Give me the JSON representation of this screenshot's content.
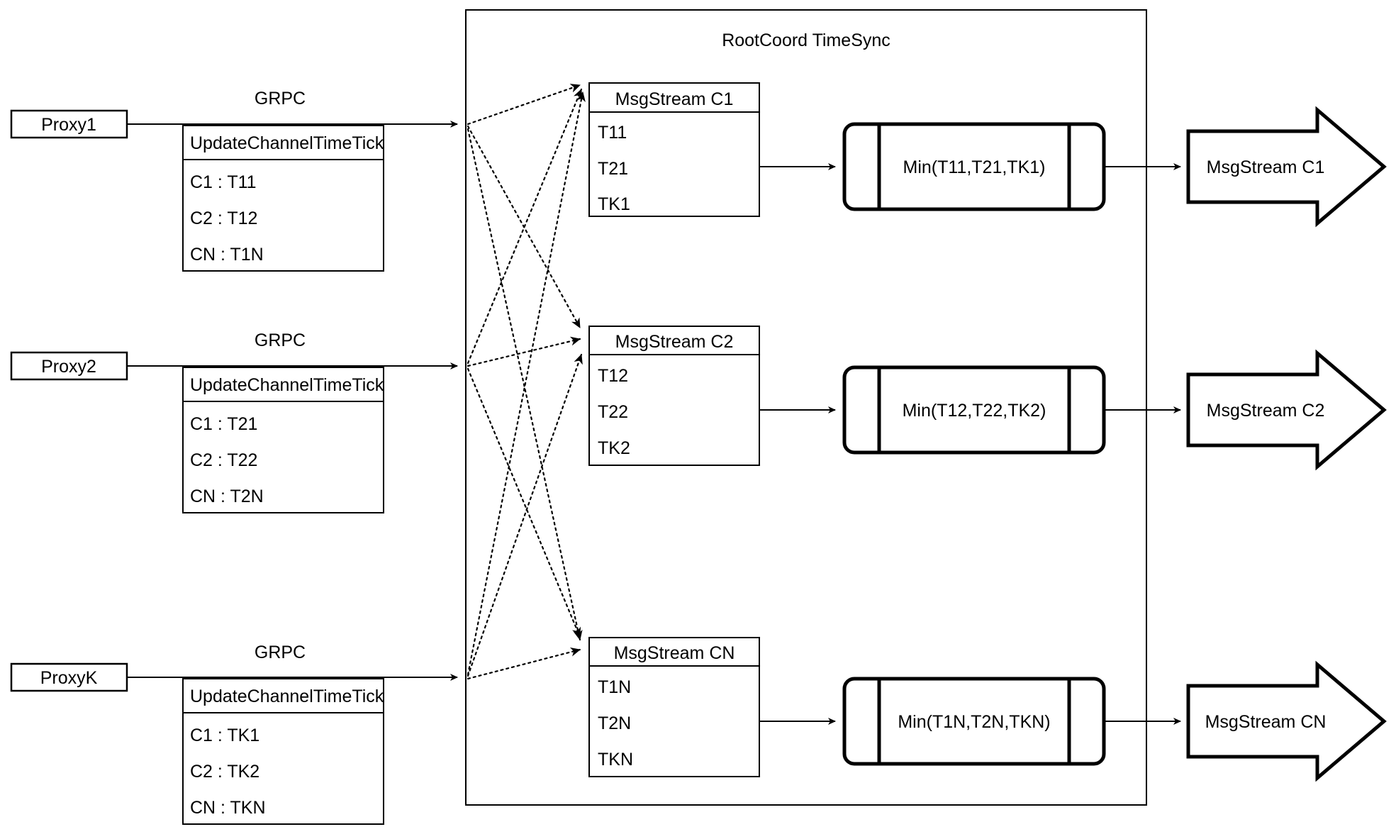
{
  "diagram": {
    "container": {
      "title": "RootCoord TimeSync"
    },
    "rows": [
      {
        "proxy": "Proxy1",
        "protocol": "GRPC",
        "rpc_title": "UpdateChannelTimeTick",
        "rpc_rows": [
          "C1 :  T11",
          "C2 :  T12",
          "CN : T1N"
        ],
        "msgstream_title": "MsgStream C1",
        "msgstream_rows": [
          "T11",
          "T21",
          "TK1"
        ],
        "min_label": "Min(T11,T21,TK1)",
        "output_label": "MsgStream C1"
      },
      {
        "proxy": "Proxy2",
        "protocol": "GRPC",
        "rpc_title": "UpdateChannelTimeTick",
        "rpc_rows": [
          "C1 :  T21",
          "C2 :  T22",
          "CN : T2N"
        ],
        "msgstream_title": "MsgStream C2",
        "msgstream_rows": [
          "T12",
          "T22",
          "TK2"
        ],
        "min_label": "Min(T12,T22,TK2)",
        "output_label": "MsgStream C2"
      },
      {
        "proxy": "ProxyK",
        "protocol": "GRPC",
        "rpc_title": "UpdateChannelTimeTick",
        "rpc_rows": [
          "C1 :  TK1",
          "C2 :  TK2",
          "CN : TKN"
        ],
        "msgstream_title": "MsgStream CN",
        "msgstream_rows": [
          "T1N",
          "T2N",
          "TKN"
        ],
        "min_label": "Min(T1N,T2N,TKN)",
        "output_label": "MsgStream CN"
      }
    ],
    "colors": {
      "stroke": "#000000",
      "fill": "#ffffff",
      "text": "#000000"
    }
  }
}
